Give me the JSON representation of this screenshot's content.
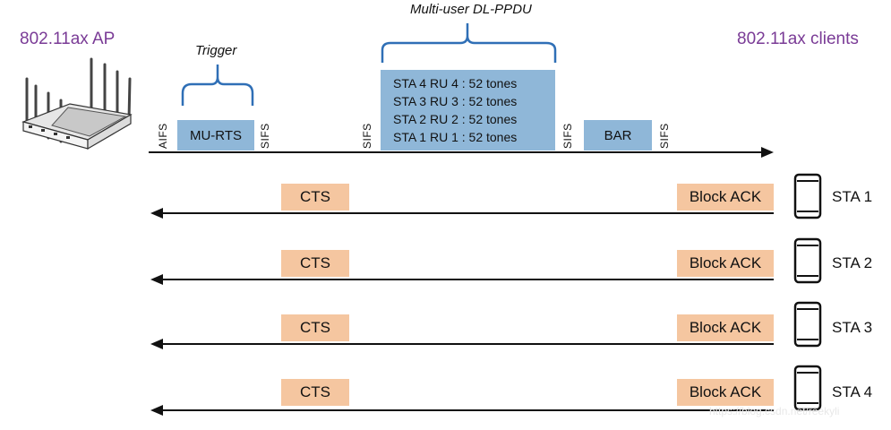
{
  "ap_label": "802.11ax AP",
  "clients_label": "802.11ax clients",
  "trigger_label": "Trigger",
  "ppdu_label": "Multi-user DL-PPDU",
  "top_sequence": {
    "aifs": "AIFS",
    "mu_rts": "MU-RTS",
    "sifs_1": "SIFS",
    "sifs_2": "SIFS",
    "ppdu_lines": [
      "STA 4 RU 4 : 52 tones",
      "STA 3 RU 3 : 52 tones",
      "STA 2 RU 2 : 52 tones",
      "STA 1 RU 1 : 52 tones"
    ],
    "sifs_3": "SIFS",
    "bar": "BAR",
    "sifs_4": "SIFS"
  },
  "stations": [
    {
      "name": "STA 1",
      "cts": "CTS",
      "ack": "Block ACK"
    },
    {
      "name": "STA 2",
      "cts": "CTS",
      "ack": "Block ACK"
    },
    {
      "name": "STA 3",
      "cts": "CTS",
      "ack": "Block ACK"
    },
    {
      "name": "STA 4",
      "cts": "CTS",
      "ack": "Block ACK"
    }
  ],
  "watermark": "https://blog.csdn.net/reekyli",
  "colors": {
    "title": "#7a3b96",
    "blue_box": "#8fb7d8",
    "orange_box": "#f5c6a0",
    "bracket": "#2f6fb6"
  },
  "icons": {
    "ap": "wifi-router-icon",
    "client": "smartphone-icon"
  }
}
